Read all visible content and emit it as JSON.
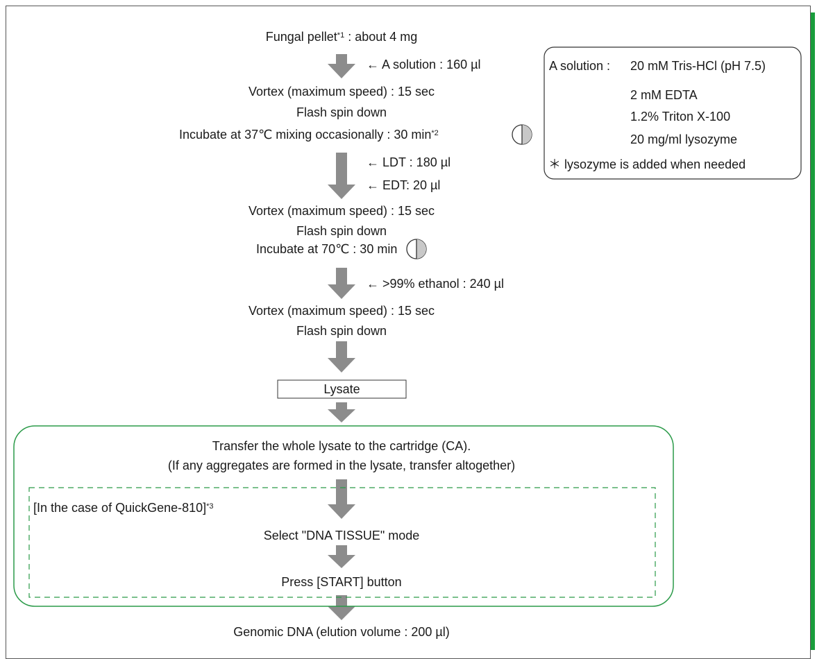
{
  "colors": {
    "arrow": "#8c8c8c",
    "accent": "#1a9d3c",
    "frame": "#555555",
    "text": "#1a1a1a"
  },
  "steps": {
    "s1_main": "Fungal pellet",
    "s1_sup": "*1",
    "s1_rest": " : about 4 mg",
    "add_a": "← A solution : 160 µl",
    "vortex1": "Vortex (maximum speed) : 15 sec",
    "spin1": "Flash spin down",
    "incubate1_main": "Incubate at 37℃ mixing occasionally : 30 min",
    "incubate1_sup": "*2",
    "add_ldt": "← LDT : 180 µl",
    "add_edt": "← EDT: 20 µl",
    "vortex2": "Vortex (maximum speed) : 15 sec",
    "spin2": "Flash spin down",
    "incubate2": "Incubate at 70℃ : 30 min",
    "add_ethanol": "← >99% ethanol : 240 µl",
    "vortex3": "Vortex (maximum speed) : 15 sec",
    "spin3": "Flash spin down",
    "lysate": "Lysate",
    "transfer1": "Transfer the whole lysate to the cartridge (CA).",
    "transfer2": "(If any aggregates are formed in the lysate, transfer altogether)",
    "case_main": "[In the case of QuickGene-810]",
    "case_sup": "*3",
    "select_mode": "Select \"DNA TISSUE\" mode",
    "press_start": "Press [START] button",
    "result": "Genomic DNA (elution volume : 200 µl)"
  },
  "solution_box": {
    "label": "A solution : ",
    "line1": "20 mM Tris-HCl (pH 7.5)",
    "line2": "2 mM EDTA",
    "line3": "1.2% Triton X-100",
    "line4": "20 mg/ml lysozyme",
    "note": "＊ lysozyme is added when needed"
  },
  "icons": {
    "incubation": "half-shaded-circle-icon",
    "flow": "down-arrow-icon"
  }
}
